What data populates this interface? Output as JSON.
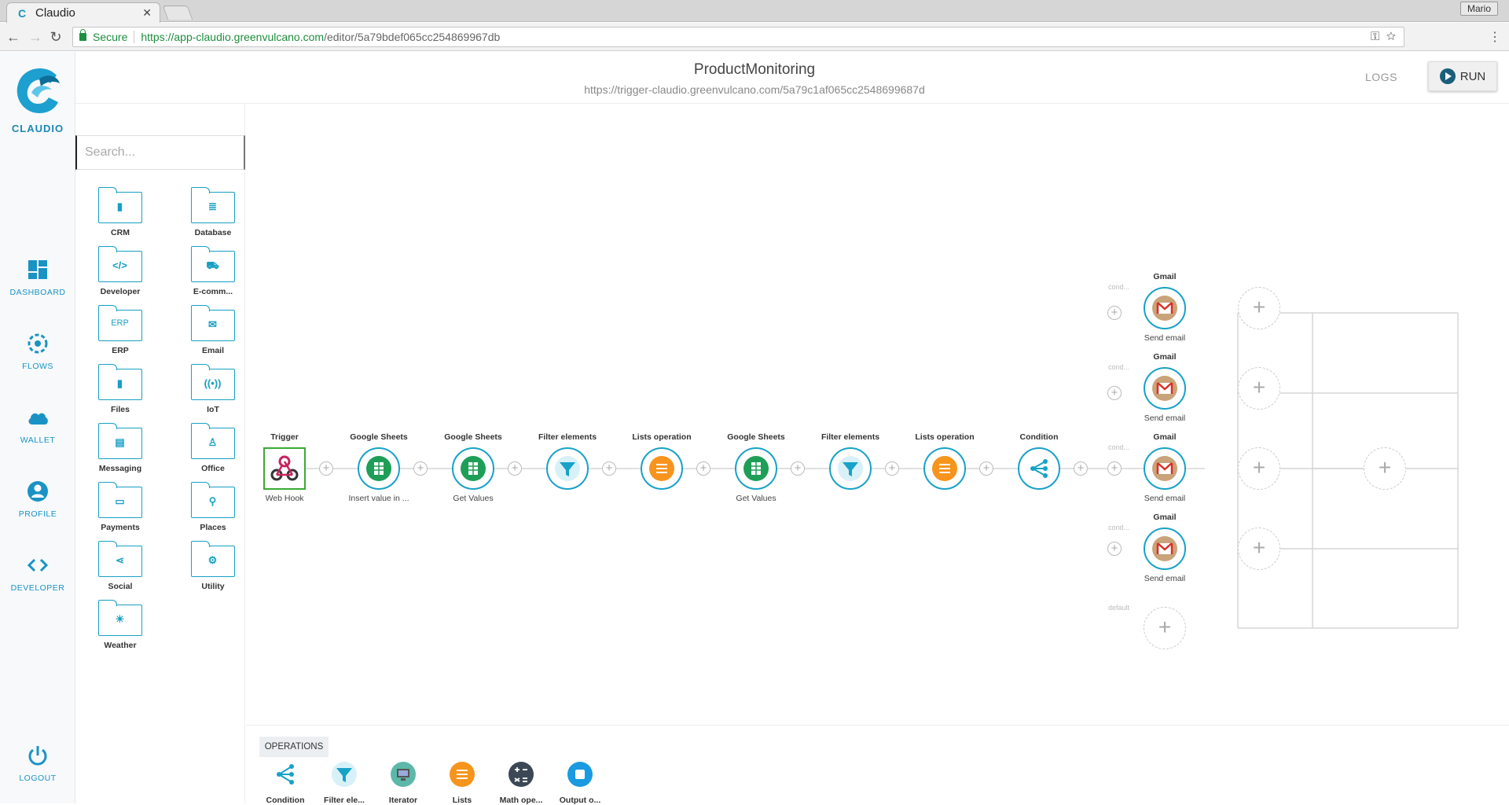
{
  "browser": {
    "tab_title": "Claudio",
    "user": "Mario",
    "secure_label": "Secure",
    "url_host": "https://app-claudio.greenvulcano.com",
    "url_path": "/editor/5a79bdef065cc254869967db"
  },
  "nav": {
    "logo_text": "CLAUDIO",
    "dashboard": "DASHBOARD",
    "flows": "FLOWS",
    "wallet": "WALLET",
    "profile": "PROFILE",
    "developer": "DEVELOPER",
    "logout": "LOGOUT"
  },
  "header": {
    "flow_name": "ProductMonitoring",
    "flow_url": "https://trigger-claudio.greenvulcano.com/5a79c1af065cc2548699687d",
    "logs": "LOGS",
    "run": "RUN"
  },
  "palette": {
    "search_placeholder": "Search...",
    "categories": [
      "CRM",
      "Database",
      "Developer",
      "E-comm...",
      "ERP",
      "Email",
      "Files",
      "IoT",
      "Messaging",
      "Office",
      "Payments",
      "Places",
      "Social",
      "Utility",
      "Weather"
    ],
    "erp_glyph": "ERP"
  },
  "flow": {
    "nodes": [
      {
        "title": "Trigger",
        "sub": "Web Hook"
      },
      {
        "title": "Google Sheets",
        "sub": "Insert value in ..."
      },
      {
        "title": "Google Sheets",
        "sub": "Get Values"
      },
      {
        "title": "Filter elements",
        "sub": ""
      },
      {
        "title": "Lists operation",
        "sub": ""
      },
      {
        "title": "Google Sheets",
        "sub": "Get Values"
      },
      {
        "title": "Filter elements",
        "sub": ""
      },
      {
        "title": "Lists operation",
        "sub": ""
      },
      {
        "title": "Condition",
        "sub": ""
      }
    ],
    "branches": [
      {
        "cond": "cond...",
        "title": "Gmail",
        "sub": "Send email"
      },
      {
        "cond": "cond...",
        "title": "Gmail",
        "sub": "Send email"
      },
      {
        "cond": "cond...",
        "title": "Gmail",
        "sub": "Send email"
      },
      {
        "cond": "cond...",
        "title": "Gmail",
        "sub": "Send email"
      }
    ],
    "default_label": "default"
  },
  "operations": {
    "tab": "OPERATIONS",
    "items": [
      "Condition",
      "Filter ele...",
      "Iterator",
      "Lists",
      "Math ope...",
      "Output o..."
    ]
  },
  "colors": {
    "accent": "#17a2c8",
    "sheets_green": "#1e9e57",
    "lists_orange": "#f7941d",
    "trigger_green": "#3aaa35",
    "gmail_red": "#d93025"
  }
}
